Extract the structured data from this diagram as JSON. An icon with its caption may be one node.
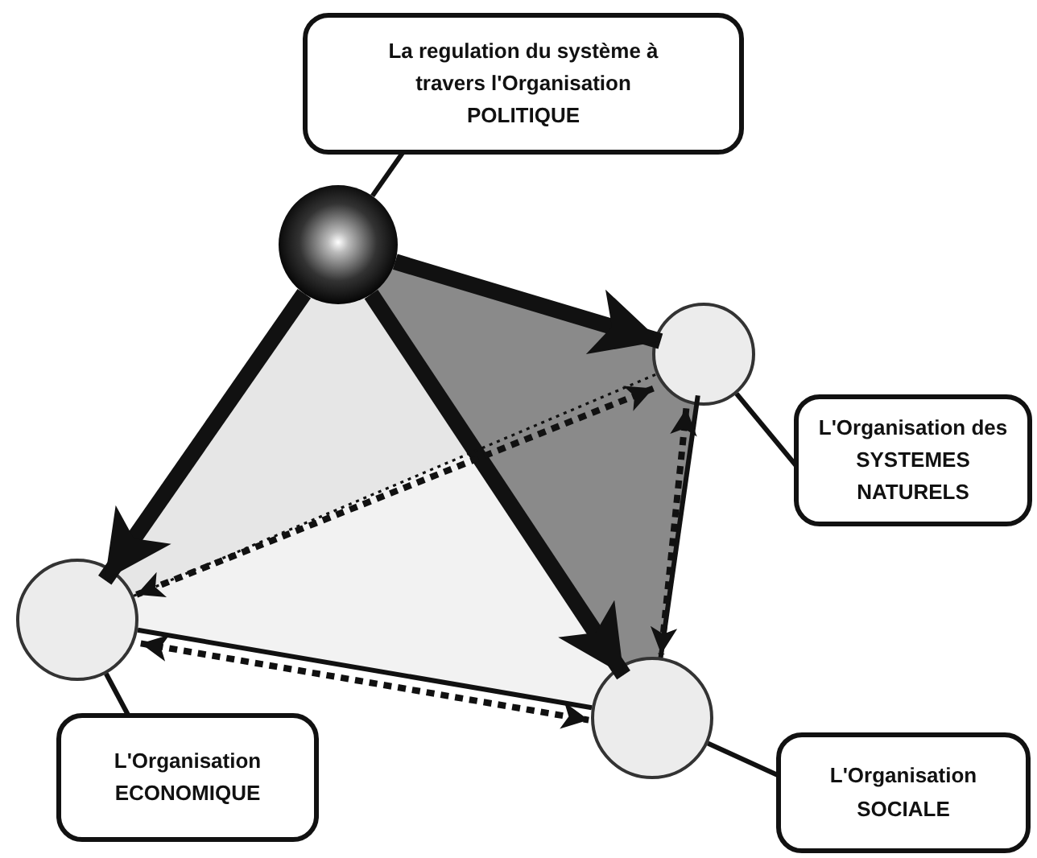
{
  "diagram": {
    "nodes": [
      {
        "text": [
          "La regulation du système à travers l'Organisation POLITIQUE"
        ]
      },
      {
        "text": [],
        "shape": "circle"
      },
      {
        "text": [],
        "shape": "circle"
      },
      {
        "text": [
          "L'Organisation des SYSTEMES NATURELS"
        ]
      },
      {
        "text": [],
        "shape": "circle"
      },
      {
        "text": [
          "L'Organisation ECONOMIQUE"
        ]
      },
      {
        "text": [],
        "shape": "circle"
      },
      {
        "text": [
          "L'Organisation SOCIALE"
        ]
      }
    ],
    "edges": [
      {
        "from": 1,
        "to": 2,
        "arrow": "to",
        "style": "thick"
      },
      {
        "from": 1,
        "to": 4,
        "arrow": "to",
        "style": "thick"
      },
      {
        "from": 1,
        "to": 6,
        "arrow": "to",
        "style": "thick"
      },
      {
        "from": 4,
        "to": 6,
        "arrow": "none"
      },
      {
        "from": 2,
        "to": 6,
        "arrow": "none"
      },
      {
        "from": 4,
        "to": 2,
        "arrow": "none",
        "style": "dashed"
      },
      {
        "from": 2,
        "to": 4,
        "arrow": "both",
        "style": "dashed"
      },
      {
        "from": 2,
        "to": 6,
        "arrow": "both",
        "style": "dashed"
      },
      {
        "from": 4,
        "to": 6,
        "arrow": "both",
        "style": "dashed"
      },
      {
        "from": 0,
        "to": 1,
        "arrow": "none"
      },
      {
        "from": 3,
        "to": 2,
        "arrow": "none"
      },
      {
        "from": 5,
        "to": 4,
        "arrow": "none"
      },
      {
        "from": 7,
        "to": 6,
        "arrow": "none"
      }
    ]
  }
}
